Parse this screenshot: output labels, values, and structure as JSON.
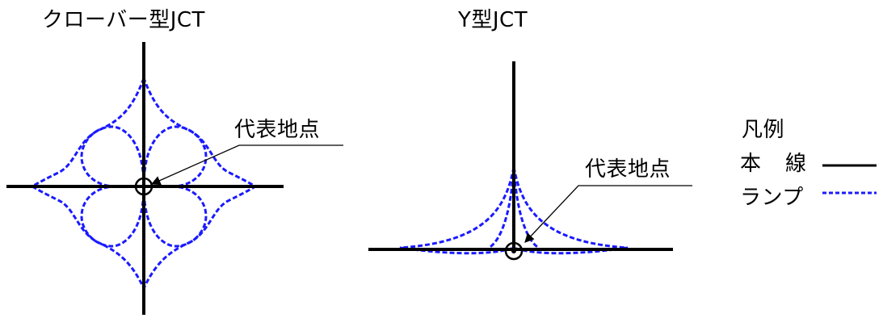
{
  "clover": {
    "title": "クローバー型JCT",
    "rep_point_label": "代表地点"
  },
  "y_jct": {
    "title": "Y型JCT",
    "rep_point_label": "代表地点"
  },
  "legend": {
    "title": "凡例",
    "mainline_label": {
      "char1": "本",
      "char2": "線"
    },
    "ramp_label": "ランプ"
  },
  "colors": {
    "mainline": "#000000",
    "ramp": "#1a1aff",
    "leader": "#000000"
  }
}
